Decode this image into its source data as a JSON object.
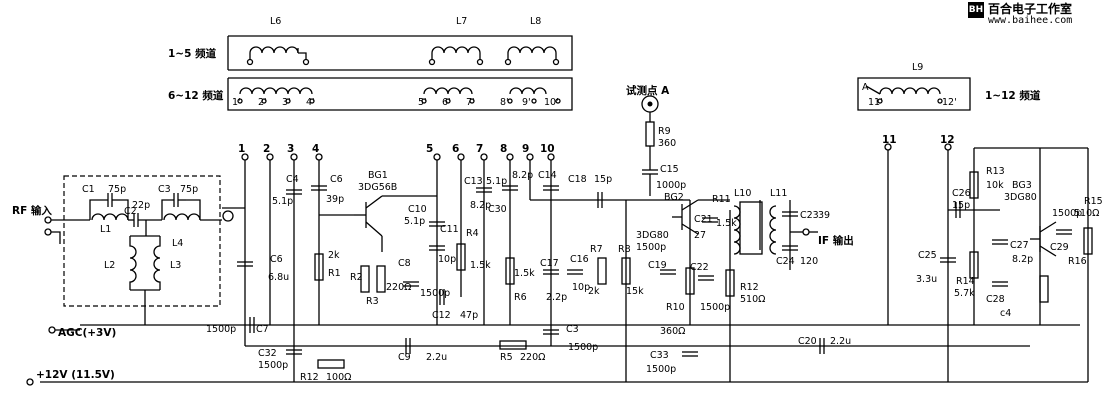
{
  "watermark": {
    "badge": "BH",
    "title": "百合电子工作室",
    "url": "www.baihee.com"
  },
  "band_boxes": {
    "row1_label": "1~5 频道",
    "row2_label": "6~12 频道",
    "right_label": "1~12 频道",
    "coil_L6": "L6",
    "coil_L7": "L7",
    "coil_L8": "L8",
    "coil_L9": "L9",
    "taps": [
      "1'",
      "2'",
      "3'",
      "4'",
      "5'",
      "6'",
      "7'",
      "8'",
      "9'",
      "10'",
      "11'",
      "12'"
    ],
    "tap_A": "A"
  },
  "labels": {
    "test_point": "试测点 A",
    "rf_in": "RF 输入",
    "if_out": "IF 输出",
    "agc": "AGC(+3V)",
    "supply": "+12V (11.5V)",
    "terminals": [
      "1",
      "2",
      "3",
      "4",
      "5",
      "6",
      "7",
      "8",
      "9",
      "10",
      "11",
      "12"
    ]
  },
  "components": {
    "C1": "C1",
    "C1v": "75p",
    "C2": "C2",
    "C2v": "22p",
    "C3a": "C3",
    "C3av": "75p",
    "L1": "L1",
    "L2": "L2",
    "L3": "L3",
    "L4": "L4",
    "C4": "C4",
    "C4v": "5.1p",
    "C6top": "C6",
    "C6topv": "39p",
    "C6": "C6",
    "C6v": "6.8u",
    "R1": "R1",
    "R1v": "2k",
    "C7": "C7",
    "C7v": "1500p",
    "C32": "C32",
    "C32v": "1500p",
    "R12": "R12",
    "R12v": "100Ω",
    "BG1": "BG1",
    "BG1t": "3DG56B",
    "C10": "C10",
    "C10v": "5.1p",
    "R2": "R2",
    "R3": "R3",
    "R3v": "220Ω",
    "C8": "C8",
    "C8v": "1500p",
    "C11": "C11",
    "C11v": "10p",
    "R4": "R4",
    "R4v": "1.5k",
    "C12": "C12",
    "C12v": "47p",
    "C13": "C13",
    "C13v": "8.2p",
    "C9": "C9",
    "C9v": "2.2u",
    "R5": "R5",
    "R5v": "220Ω",
    "C3": "C3",
    "C3v": "1500p",
    "C30": "C30",
    "C30v": "5.1p",
    "C14": "C14",
    "C14v": "8.2p",
    "R6": "R6",
    "R6v": "1.5k",
    "C17": "C17",
    "C17v": "2.2p",
    "C16": "C16",
    "C16v": "10p",
    "R7": "R7",
    "R7v": "2k",
    "R8": "R8",
    "R8v": "15k",
    "C18": "C18",
    "C18v": "15p",
    "R9": "R9",
    "R9v": "360",
    "C15": "C15",
    "C15v": "1000p",
    "BG2": "BG2",
    "BG2t": "3DG80",
    "C19": "C19",
    "C19v": "1500p",
    "R10": "R10",
    "R10v": "360Ω",
    "C22": "C22",
    "C22v": "1500p",
    "C33": "C33",
    "C33v": "1500p",
    "C21": "C21",
    "C21v": "27",
    "R11": "R11",
    "R11v": "1.5k",
    "L10": "L10",
    "L11": "L11",
    "R12b": "R12",
    "R12bv": "510Ω",
    "C23": "C23",
    "C23v": "39",
    "C24": "C24",
    "C24v": "120",
    "C20": "C20",
    "C20v": "2.2u",
    "C25": "C25",
    "C25v": "3.3u",
    "C26": "C26",
    "C26v": "15p",
    "R13": "R13",
    "R13v": "10k",
    "BG3": "BG3",
    "BG3t": "3DG80",
    "R14": "R14",
    "R14v": "5.7k",
    "C27": "C27",
    "C27v": "8.2p",
    "C28": "C28",
    "C28v": "c4",
    "C29": "C29",
    "C29v": "1500p",
    "R15": "R15",
    "R15v": "510Ω",
    "R16": "R16"
  }
}
